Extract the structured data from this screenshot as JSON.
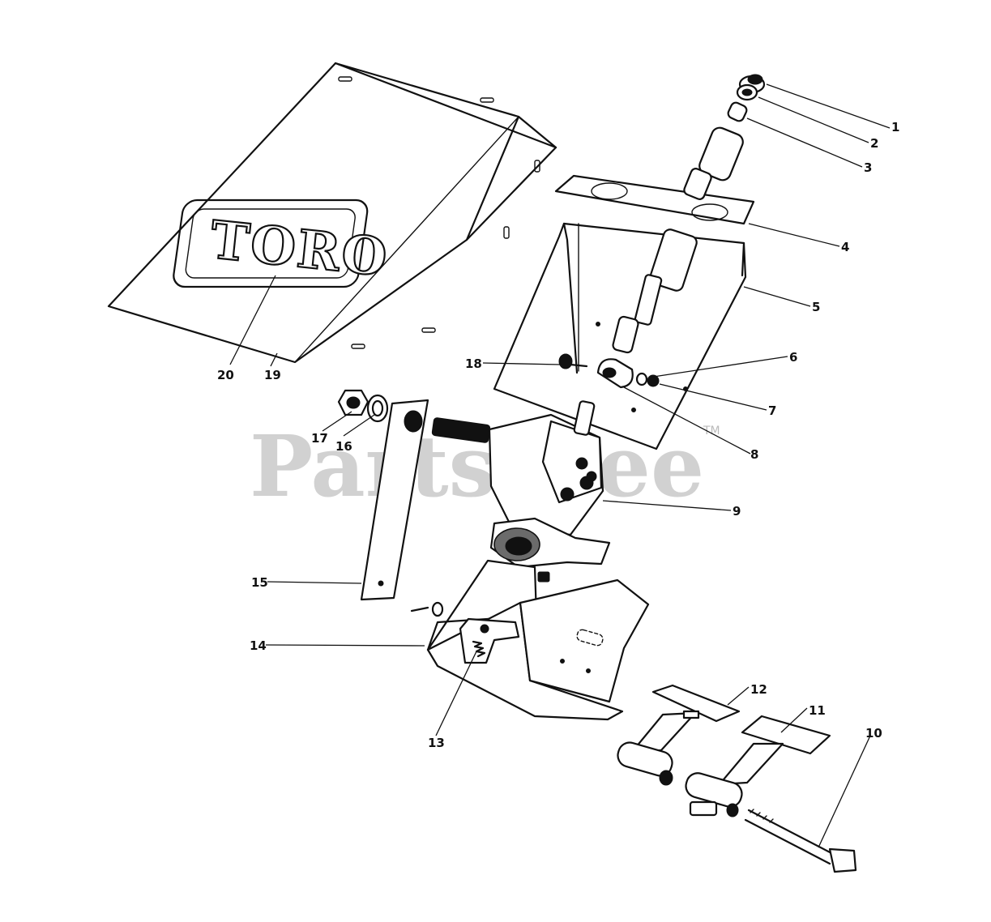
{
  "watermark": {
    "text": "PartsTree",
    "trademark": "TM"
  },
  "cover_brand": "TORO",
  "callouts": [
    {
      "id": "1",
      "label": "1"
    },
    {
      "id": "2",
      "label": "2"
    },
    {
      "id": "3",
      "label": "3"
    },
    {
      "id": "4",
      "label": "4"
    },
    {
      "id": "5",
      "label": "5"
    },
    {
      "id": "6",
      "label": "6"
    },
    {
      "id": "7",
      "label": "7"
    },
    {
      "id": "8",
      "label": "8"
    },
    {
      "id": "9",
      "label": "9"
    },
    {
      "id": "10",
      "label": "10"
    },
    {
      "id": "11",
      "label": "11"
    },
    {
      "id": "12",
      "label": "12"
    },
    {
      "id": "13",
      "label": "13"
    },
    {
      "id": "14",
      "label": "14"
    },
    {
      "id": "15",
      "label": "15"
    },
    {
      "id": "16",
      "label": "16"
    },
    {
      "id": "17",
      "label": "17"
    },
    {
      "id": "18",
      "label": "18"
    },
    {
      "id": "19",
      "label": "19"
    },
    {
      "id": "20",
      "label": "20"
    }
  ],
  "colors": {
    "ink": "#111111",
    "watermark": "#c9c9c9",
    "background": "#ffffff"
  }
}
